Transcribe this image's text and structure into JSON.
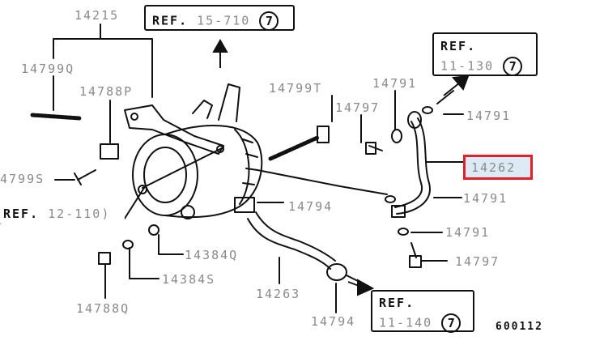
{
  "parts": {
    "p14215": "14215",
    "p14799q": "14799Q",
    "p14788p": "14788P",
    "p14799s": "4799S",
    "p14799t": "14799T",
    "p14791_top": "14791",
    "p14797_top": "14797",
    "p14791_right": "14791",
    "p14262": "14262",
    "p14791_mid": "14791",
    "p14794_mid": "14794",
    "p14791_low": "14791",
    "p14797_low": "14797",
    "p14384q": "14384Q",
    "p14384s": "14384S",
    "p14788q": "14788Q",
    "p14263": "14263",
    "p14794_bottom": "14794"
  },
  "refs": {
    "r15710": {
      "word": "REF.",
      "number": "15-710",
      "circle": "7"
    },
    "r11130": {
      "word": "REF.",
      "number": "11-130",
      "circle": "7"
    },
    "r12110": {
      "word": "REF.",
      "number": "12-110)"
    },
    "r11140": {
      "word": "REF.",
      "number": "11-140",
      "circle": "7"
    }
  },
  "figure_number": "600112",
  "colors": {
    "highlight_border": "#e2202a",
    "highlight_fill": "#dbeaf5",
    "line": "#111111",
    "label": "#8a8a8a"
  }
}
